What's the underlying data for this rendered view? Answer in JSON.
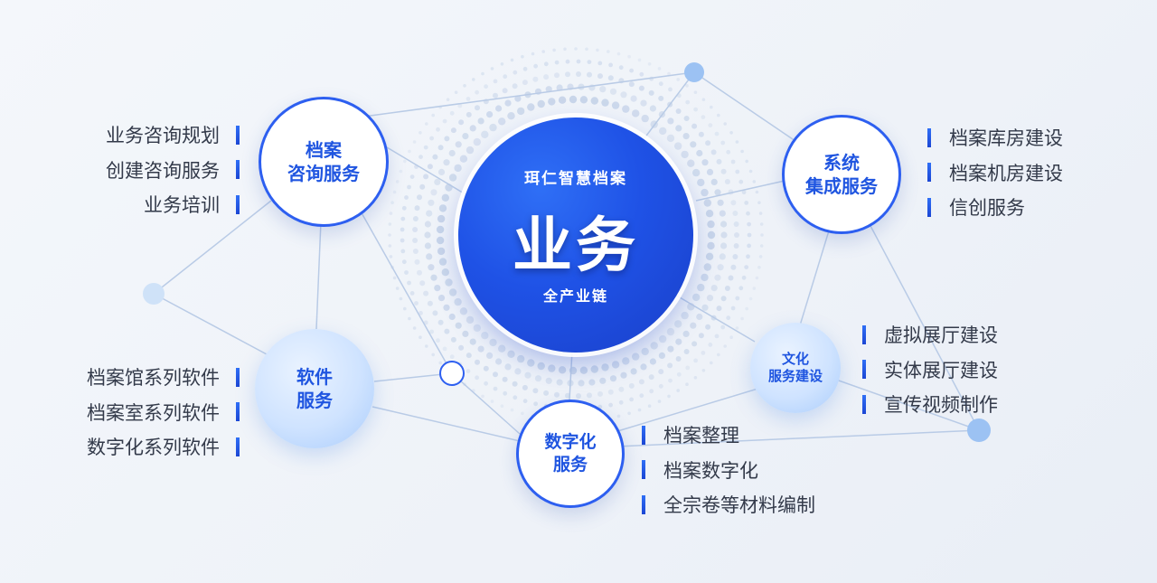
{
  "center": {
    "company": "珥仁智慧档案",
    "title": "业务",
    "subtitle": "全产业链"
  },
  "nodes": {
    "dangan": {
      "line1": "档案",
      "line2": "咨询服务"
    },
    "xitong": {
      "line1": "系统",
      "line2": "集成服务"
    },
    "ruanjian": {
      "line1": "软件",
      "line2": "服务"
    },
    "wenhua": {
      "line1": "文化",
      "line2": "服务建设"
    },
    "shuzi": {
      "line1": "数字化",
      "line2": "服务"
    }
  },
  "lists": {
    "dangan": [
      "业务咨询规划",
      "创建咨询服务",
      "业务培训"
    ],
    "ruanjian": [
      "档案馆系列软件",
      "档案室系列软件",
      "数字化系列软件"
    ],
    "xitong": [
      "档案库房建设",
      "档案机房建设",
      "信创服务"
    ],
    "wenhua": [
      "虚拟展厅建设",
      "实体展厅建设",
      "宣传视频制作"
    ],
    "shuzi": [
      "档案整理",
      "档案数字化",
      "全宗卷等材料编制"
    ]
  },
  "colors": {
    "primary": "#1f55e0",
    "line": "#b9cbe6",
    "dot": "#c9d6ea"
  }
}
